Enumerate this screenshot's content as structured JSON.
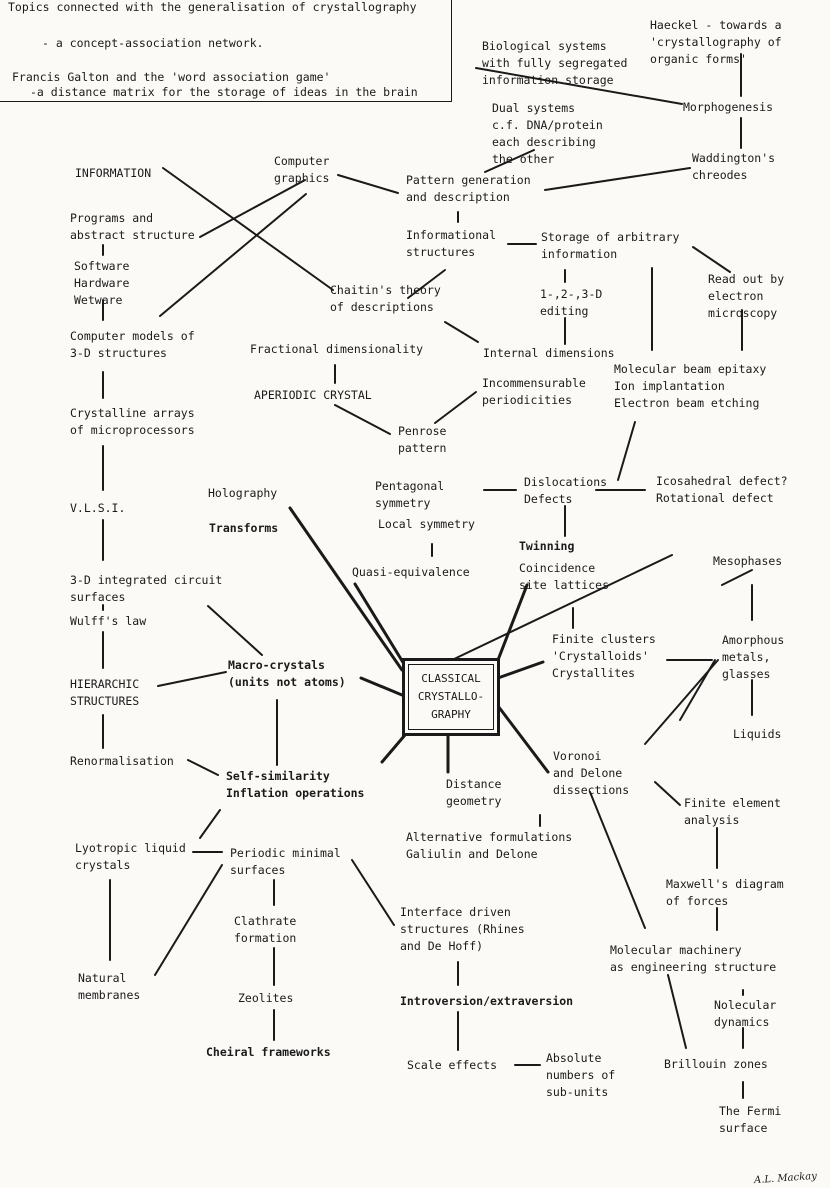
{
  "header": {
    "line1": "Topics connected with the generalisation of crystallography",
    "line2": "- a concept-association network.",
    "line3": "Francis Galton and the 'word association game'",
    "line4": "-a distance matrix for the storage of ideas in the brain"
  },
  "center": {
    "label": "CLASSICAL\nCRYSTALLO-\nGRAPHY"
  },
  "nodes": {
    "biological": "Biological systems\nwith fully segregated\ninformation storage",
    "haeckel": "Haeckel - towards a\n'crystallography of\norganic forms'",
    "morphogenesis": "Morphogenesis",
    "dual": "Dual systems\nc.f. DNA/protein\neach describing\nthe other",
    "waddington": "Waddington's\nchreodes",
    "information": "INFORMATION",
    "computer_graphics": "Computer\ngraphics",
    "pattern_generation": "Pattern generation\nand description",
    "programs": "Programs and\nabstract structure",
    "informational_structures": "Informational\nstructures",
    "storage_arbitrary": "Storage of arbitrary\ninformation",
    "software": "Software\nHardware\nWetware",
    "chaitin": "Chaitin's theory\nof descriptions",
    "one_two_three_d": "1-,2-,3-D\nediting",
    "read_out": "Read out by\nelectron\nmicroscopy",
    "computer_models": "Computer models of\n3-D structures",
    "fractional": "Fractional dimensionality",
    "internal_dimensions": "Internal dimensions",
    "molecular_beam": "Molecular beam epitaxy\nIon implantation\nElectron beam etching",
    "aperiodic": "APERIODIC CRYSTAL",
    "incommensurable": "Incommensurable\nperiodicities",
    "crystalline_arrays": "Crystalline arrays\nof microprocessors",
    "penrose": "Penrose\npattern",
    "holography": "Holography",
    "pentagonal": "Pentagonal\nsymmetry",
    "dislocations": "Dislocations\nDefects",
    "icosahedral": "Icosahedral defect?\nRotational defect",
    "vlsi": "V.L.S.I.",
    "transforms": "Transforms",
    "local_symmetry": "Local symmetry",
    "twinning": "Twinning",
    "quasi": "Quasi-equivalence",
    "coincidence": "Coincidence\nsite lattices",
    "mesophases": "Mesophases",
    "integrated_circuit": "3-D integrated circuit\nsurfaces",
    "wulff": "Wulff's law",
    "finite_clusters": "Finite clusters\n'Crystalloids'\nCrystallites",
    "amorphous": "Amorphous\nmetals,\nglasses",
    "hierarchic": "HIERARCHIC\nSTRUCTURES",
    "macro_crystals": "Macro-crystals\n(units not atoms)",
    "liquids": "Liquids",
    "renormalisation": "Renormalisation",
    "voronoi": "Voronoi\nand Delone\ndissections",
    "self_similarity": "Self-similarity\nInflation operations",
    "distance_geometry": "Distance\ngeometry",
    "finite_element": "Finite element\nanalysis",
    "alternative_formulations": "Alternative formulations\nGaliulin and Delone",
    "lyotropic": "Lyotropic liquid\ncrystals",
    "periodic_minimal": "Periodic minimal\nsurfaces",
    "maxwell": "Maxwell's diagram\nof forces",
    "clathrate": "Clathrate\nformation",
    "interface_driven": "Interface driven\nstructures (Rhines\nand De Hoff)",
    "molecular_machinery": "Molecular machinery\nas engineering structure",
    "natural_membranes": "Natural\nmembranes",
    "zeolites": "Zeolites",
    "introversion": "Introversion/extraversion",
    "molecular_dynamics": "Nolecular\ndynamics",
    "cheiral": "Cheiral frameworks",
    "scale_effects": "Scale effects",
    "absolute_numbers": "Absolute\nnumbers of\nsub-units",
    "brillouin": "Brillouin zones",
    "fermi": "The Fermi\nsurface"
  },
  "signature": "A.L. Mackay"
}
